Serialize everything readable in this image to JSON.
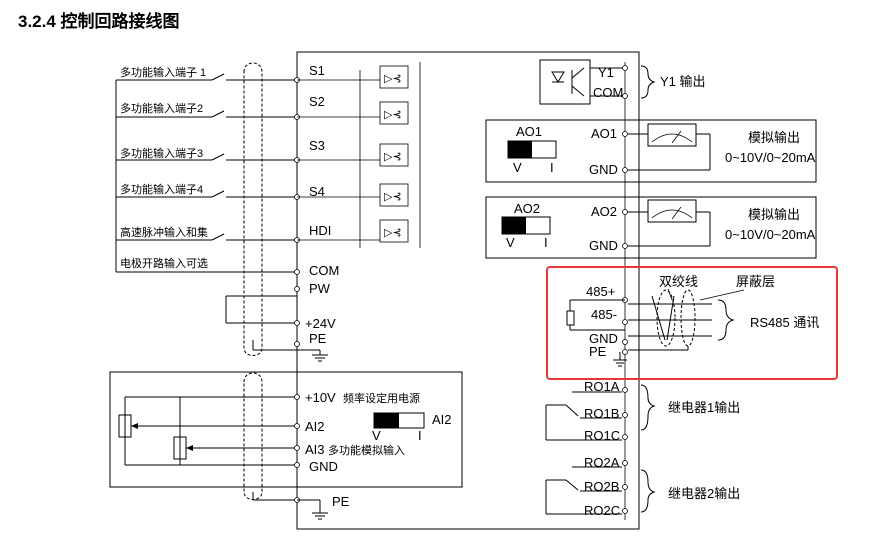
{
  "title": "3.2.4 控制回路接线图",
  "left_inputs": [
    {
      "label": "多功能输入端子 1",
      "terminal": "S1"
    },
    {
      "label": "多功能输入端子2",
      "terminal": "S2"
    },
    {
      "label": "多功能输入端子3",
      "terminal": "S3"
    },
    {
      "label": "多功能输入端子4",
      "terminal": "S4"
    },
    {
      "label": "高速脉冲输入和集",
      "terminal": "HDI"
    }
  ],
  "open_collector_label": "电极开路输入可选",
  "power_terminals": {
    "com": "COM",
    "pw": "PW",
    "v24": "+24V",
    "pe": "PE"
  },
  "analog_in": {
    "v10": "+10V",
    "v10_desc": "频率设定用电源",
    "ai2": "AI2",
    "ai3": "AI3",
    "ai3_desc": "多功能模拟输入",
    "gnd": "GND",
    "pe": "PE",
    "switch_name": "AI2",
    "switch_v": "V",
    "switch_i": "I"
  },
  "y1": {
    "y1": "Y1",
    "com": "COM",
    "desc": "Y1 输出"
  },
  "ao1": {
    "switch_name": "AO1",
    "v": "V",
    "i": "I",
    "terminal": "AO1",
    "gnd": "GND",
    "desc": "模拟输出",
    "range": "0~10V/0~20mA"
  },
  "ao2": {
    "switch_name": "AO2",
    "v": "V",
    "i": "I",
    "terminal": "AO2",
    "gnd": "GND",
    "desc": "模拟输出",
    "range": "0~10V/0~20mA"
  },
  "rs485": {
    "plus": "485+",
    "minus": "485-",
    "gnd": "GND",
    "pe": "PE",
    "twisted": "双绞线",
    "shield": "屏蔽层",
    "desc": "RS485 通讯",
    "highlight_color": "#e53935"
  },
  "relay1": {
    "a": "RO1A",
    "b": "RO1B",
    "c": "RO1C",
    "desc": "继电器1输出"
  },
  "relay2": {
    "a": "RO2A",
    "b": "RO2B",
    "c": "RO2C",
    "desc": "继电器2输出"
  }
}
